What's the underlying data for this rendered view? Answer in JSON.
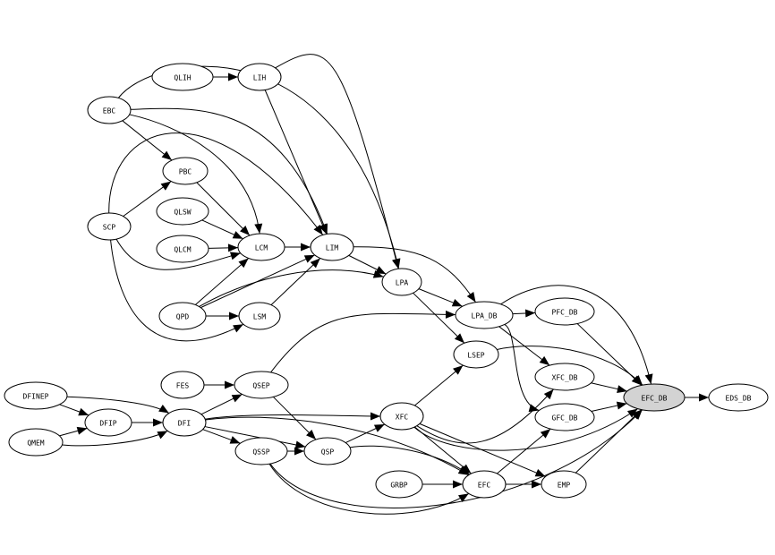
{
  "graph": {
    "highlight_color": "#d3d3d3",
    "nodes": [
      "QLIH",
      "LIH",
      "EBC",
      "PBC",
      "QLSW",
      "SCP",
      "QLCM",
      "LCM",
      "LIM",
      "LPA",
      "QPD",
      "LSM",
      "LPA_DB",
      "PFC_DB",
      "LSEP",
      "XFC_DB",
      "EFC_DB",
      "EDS_DB",
      "FES",
      "QSEP",
      "DFINEP",
      "DFIP",
      "DFI",
      "XFC",
      "GFC_DB",
      "QMEM",
      "QSSP",
      "QSP",
      "GRBP",
      "EFC",
      "EMP"
    ],
    "highlighted": "EFC_DB",
    "edges": [
      [
        "QLIH",
        "LIH"
      ],
      [
        "LIH",
        "LIM"
      ],
      [
        "LIH",
        "LPA"
      ],
      [
        "EBC",
        "PBC"
      ],
      [
        "EBC",
        "LCM"
      ],
      [
        "EBC",
        "LIM"
      ],
      [
        "EBC",
        "LPA"
      ],
      [
        "SCP",
        "PBC"
      ],
      [
        "SCP",
        "LIM"
      ],
      [
        "SCP",
        "LCM"
      ],
      [
        "SCP",
        "LSM"
      ],
      [
        "PBC",
        "LCM"
      ],
      [
        "QLSW",
        "LCM"
      ],
      [
        "QLCM",
        "LCM"
      ],
      [
        "LCM",
        "LIM"
      ],
      [
        "QPD",
        "LCM"
      ],
      [
        "QPD",
        "LIM"
      ],
      [
        "QPD",
        "LPA"
      ],
      [
        "QPD",
        "LSM"
      ],
      [
        "LSM",
        "LIM"
      ],
      [
        "LIM",
        "LPA"
      ],
      [
        "LIM",
        "LPA_DB"
      ],
      [
        "LPA",
        "LPA_DB"
      ],
      [
        "LPA",
        "LSEP"
      ],
      [
        "LPA_DB",
        "PFC_DB"
      ],
      [
        "LPA_DB",
        "XFC_DB"
      ],
      [
        "LPA_DB",
        "GFC_DB"
      ],
      [
        "LPA_DB",
        "EFC_DB"
      ],
      [
        "PFC_DB",
        "EFC_DB"
      ],
      [
        "LSEP",
        "EFC_DB"
      ],
      [
        "XFC_DB",
        "EFC_DB"
      ],
      [
        "GFC_DB",
        "EFC_DB"
      ],
      [
        "EFC_DB",
        "EDS_DB"
      ],
      [
        "FES",
        "QSEP"
      ],
      [
        "QSEP",
        "LPA_DB"
      ],
      [
        "QSEP",
        "QSP"
      ],
      [
        "DFINEP",
        "DFIP"
      ],
      [
        "DFINEP",
        "DFI"
      ],
      [
        "QMEM",
        "DFIP"
      ],
      [
        "QMEM",
        "DFI"
      ],
      [
        "DFIP",
        "DFI"
      ],
      [
        "DFI",
        "QSEP"
      ],
      [
        "DFI",
        "QSSP"
      ],
      [
        "DFI",
        "XFC"
      ],
      [
        "DFI",
        "QSP"
      ],
      [
        "DFI",
        "EFC"
      ],
      [
        "QSSP",
        "QSP"
      ],
      [
        "QSSP",
        "EFC"
      ],
      [
        "QSP",
        "XFC"
      ],
      [
        "QSP",
        "EFC"
      ],
      [
        "XFC",
        "LSEP"
      ],
      [
        "XFC",
        "EFC"
      ],
      [
        "XFC",
        "EMP"
      ],
      [
        "XFC",
        "EFC_DB"
      ],
      [
        "XFC",
        "XFC_DB"
      ],
      [
        "GRBP",
        "EFC"
      ],
      [
        "EFC",
        "EMP"
      ],
      [
        "EFC",
        "GFC_DB"
      ],
      [
        "EMP",
        "EFC_DB"
      ],
      [
        "QSSP",
        "EFC_DB"
      ]
    ]
  }
}
